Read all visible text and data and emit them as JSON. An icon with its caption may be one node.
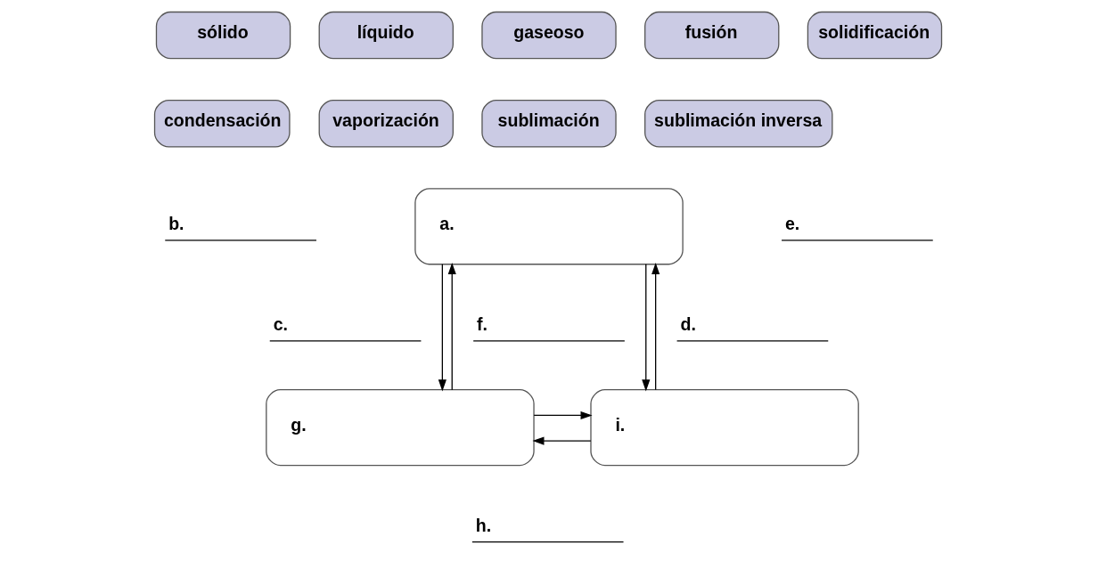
{
  "diagram": {
    "nodes": [
      {
        "text": [
          "sólido"
        ]
      },
      {
        "text": [
          "líquido"
        ]
      },
      {
        "text": [
          "gaseoso"
        ]
      },
      {
        "text": [
          "fusión"
        ]
      },
      {
        "text": [
          "solidificación"
        ]
      },
      {
        "text": [
          "condensación"
        ]
      },
      {
        "text": [
          "vaporización"
        ]
      },
      {
        "text": [
          "sublimación"
        ]
      },
      {
        "text": [
          "sublimación inversa"
        ]
      },
      {
        "text": [
          "a."
        ]
      },
      {
        "text": [
          "g."
        ]
      },
      {
        "text": [
          "i."
        ]
      }
    ],
    "edges": [
      {
        "from": 10,
        "to": 9,
        "arrow": "to"
      },
      {
        "from": 9,
        "to": 10,
        "arrow": "to"
      },
      {
        "from": 9,
        "to": 11,
        "arrow": "to"
      },
      {
        "from": 11,
        "to": 9,
        "arrow": "to"
      },
      {
        "from": 10,
        "to": 11,
        "arrow": "to"
      },
      {
        "from": 11,
        "to": 10,
        "arrow": "to"
      }
    ],
    "labels": [
      "b.",
      "c.",
      "d.",
      "e.",
      "f.",
      "h."
    ]
  }
}
